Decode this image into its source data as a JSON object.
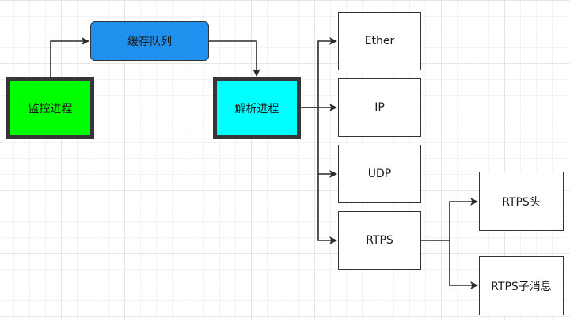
{
  "diagram": {
    "nodes": {
      "monitor": {
        "label": "监控进程",
        "fill": "#00ff00"
      },
      "queue": {
        "label": "缓存队列",
        "fill": "#2090ef"
      },
      "parser": {
        "label": "解析进程",
        "fill": "#00ffff"
      },
      "ether": {
        "label": "Ether"
      },
      "ip": {
        "label": "IP"
      },
      "udp": {
        "label": "UDP"
      },
      "rtps": {
        "label": "RTPS"
      },
      "rtps_header": {
        "label": "RTPS头"
      },
      "rtps_submessage": {
        "label": "RTPS子消息"
      }
    },
    "edges": [
      {
        "from": "monitor",
        "to": "queue"
      },
      {
        "from": "queue",
        "to": "parser"
      },
      {
        "from": "parser",
        "to": "ether"
      },
      {
        "from": "parser",
        "to": "ip"
      },
      {
        "from": "parser",
        "to": "udp"
      },
      {
        "from": "parser",
        "to": "rtps"
      },
      {
        "from": "rtps",
        "to": "rtps_header"
      },
      {
        "from": "rtps",
        "to": "rtps_submessage"
      }
    ]
  }
}
